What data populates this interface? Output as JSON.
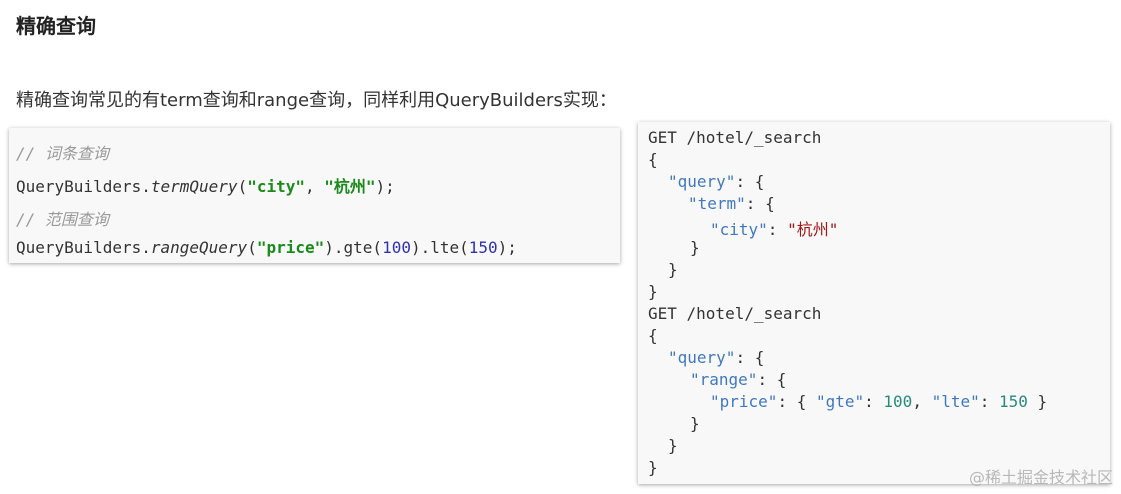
{
  "heading": "精确查询",
  "intro": "精确查询常见的有term查询和range查询，同样利用QueryBuilders实现：",
  "java": {
    "comment1": "// 词条查询",
    "line1": {
      "obj": "QueryBuilders.",
      "method": "termQuery",
      "open": "(",
      "arg1": "\"city\"",
      "sep": ", ",
      "arg2": "\"杭州\"",
      "close": ");"
    },
    "comment2": "// 范围查询",
    "line2": {
      "obj": "QueryBuilders.",
      "method": "rangeQuery",
      "open": "(",
      "arg1": "\"price\"",
      "mid1": ").gte(",
      "num1": "100",
      "mid2": ").lte(",
      "num2": "150",
      "close": ");"
    }
  },
  "json": {
    "req1": "GET /hotel/_search",
    "req1_open": "{",
    "q1_key": "\"query\"",
    "q1_tail": ": {",
    "term_key": "\"term\"",
    "term_tail": ": {",
    "city_key": "\"city\"",
    "city_sep": ": ",
    "city_val": "\"杭州\"",
    "close_term": "}",
    "close_query1": "}",
    "req1_close": "}",
    "req2": "GET /hotel/_search",
    "req2_open": "{",
    "q2_key": "\"query\"",
    "q2_tail": ": {",
    "range_key": "\"range\"",
    "range_tail": ": {",
    "price_key": "\"price\"",
    "price_sep": ": { ",
    "gte_key": "\"gte\"",
    "gte_sep": ": ",
    "gte_val": "100",
    "comma": ", ",
    "lte_key": "\"lte\"",
    "lte_sep": ": ",
    "lte_val": "150",
    "price_close": " }",
    "close_range": "}",
    "close_query2": "}",
    "req2_close": "}"
  },
  "watermark": "@稀土掘金技术社区"
}
